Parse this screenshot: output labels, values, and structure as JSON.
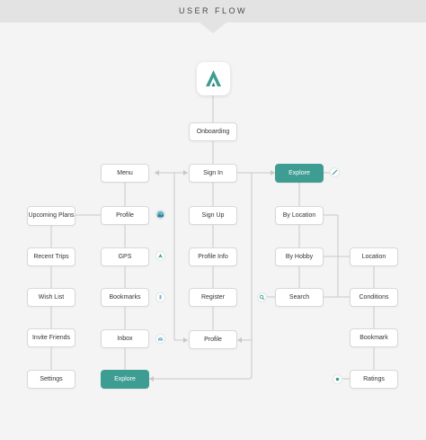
{
  "header": {
    "title": "USER FLOW"
  },
  "colors": {
    "accent": "#3e9d92",
    "wire": "#c8c8c8",
    "node_border": "#d8d8d8"
  },
  "app_logo": {
    "icon": "app-logo-icon"
  },
  "nodes": {
    "onboarding": "Onboarding",
    "menu": "Menu",
    "sign_in": "Sign In",
    "explore_top": "Explore",
    "upcoming_plans": "Upcoming Plans",
    "profile_menu": "Profile",
    "sign_up": "Sign Up",
    "by_location": "By Location",
    "recent_trips": "Recent Trips",
    "gps": "GPS",
    "profile_info": "Profile Info",
    "by_hobby": "By Hobby",
    "location": "Location",
    "wish_list": "Wish List",
    "bookmarks": "Bookmarks",
    "register": "Register",
    "search": "Search",
    "conditions": "Conditions",
    "invite_friends": "Invite Friends",
    "inbox": "Inbox",
    "profile_auth": "Profile",
    "bookmark": "Bookmark",
    "settings": "Settings",
    "explore_bottom": "Explore",
    "ratings": "Ratings"
  },
  "badges": {
    "explore": "pencil-icon",
    "profile": "photo-icon",
    "gps": "arrow-icon",
    "bookmarks": "bookmark-icon",
    "inbox": "mail-icon",
    "search": "search-icon",
    "ratings": "dot-icon"
  }
}
